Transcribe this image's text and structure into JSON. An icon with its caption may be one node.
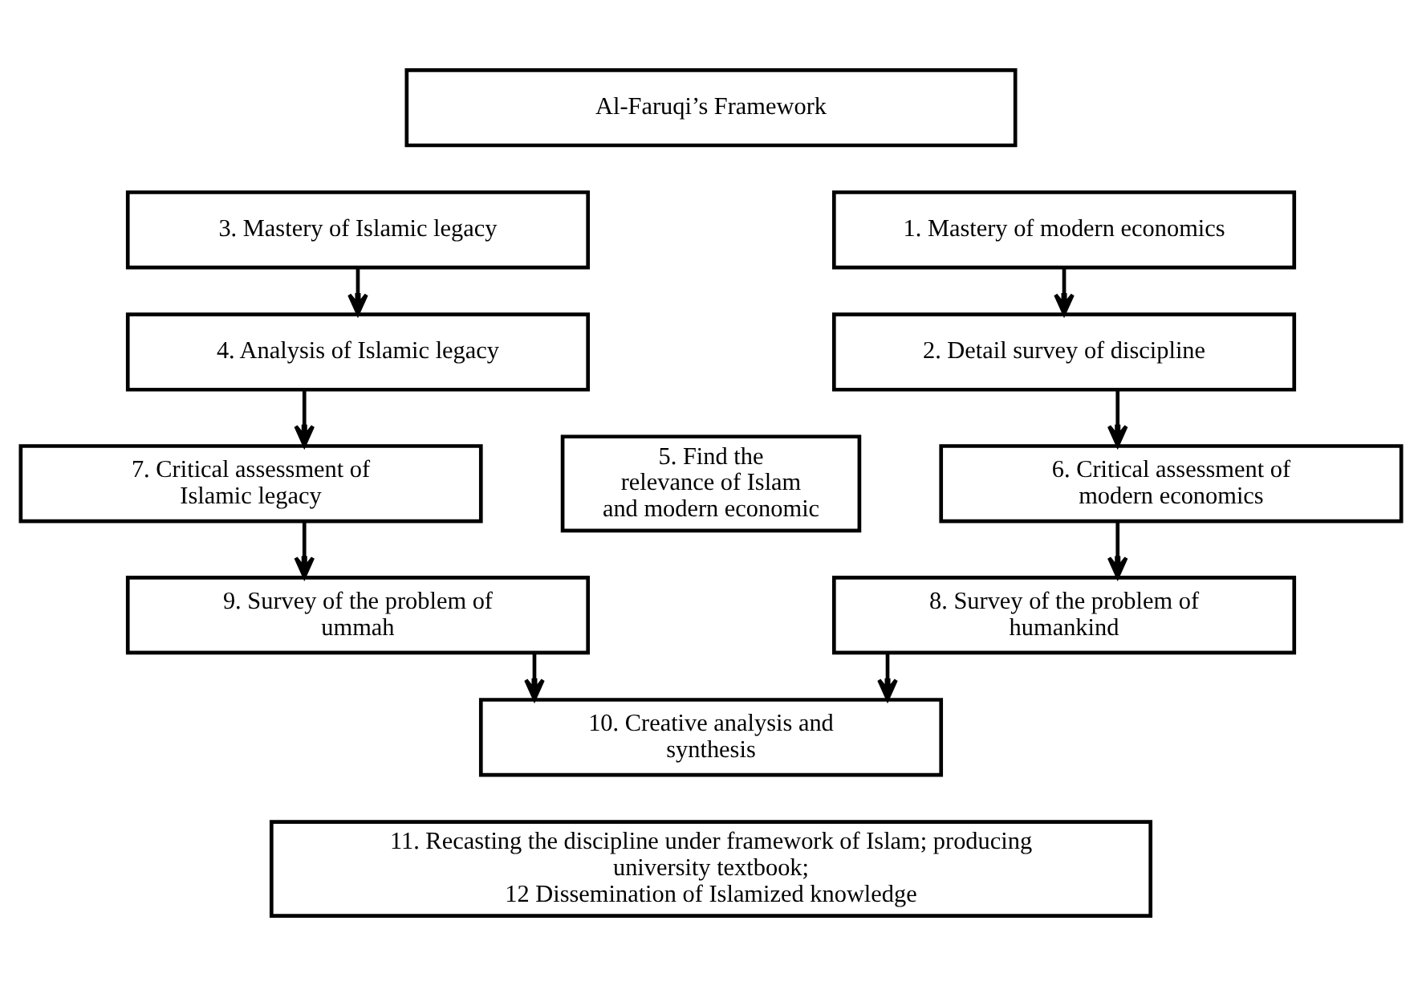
{
  "diagram": {
    "nodes": [
      {
        "text": [
          "Al-Faruqi’s Framework"
        ]
      },
      {
        "text": [
          "3. Mastery of Islamic legacy"
        ]
      },
      {
        "text": [
          "1. Mastery of modern economics"
        ]
      },
      {
        "text": [
          "4. Analysis of Islamic legacy"
        ]
      },
      {
        "text": [
          "2. Detail survey of discipline"
        ]
      },
      {
        "text": [
          "7. Critical assessment of Islamic legacy"
        ]
      },
      {
        "text": [
          "5. Find the relevance of Islam and modern economic"
        ]
      },
      {
        "text": [
          "6. Critical assessment of modern economics"
        ]
      },
      {
        "text": [
          "9. Survey of the problem of ummah"
        ]
      },
      {
        "text": [
          "8. Survey of the problem of humankind"
        ]
      },
      {
        "text": [
          "10. Creative analysis and synthesis"
        ]
      },
      {
        "text": [
          "11. Recasting the discipline under framework of Islam; producing university textbook;",
          "12 Dissemination of Islamized knowledge"
        ]
      }
    ],
    "edges": [
      {
        "from": 1,
        "to": 3,
        "arrow": "to"
      },
      {
        "from": 3,
        "to": 5,
        "arrow": "to"
      },
      {
        "from": 5,
        "to": 8,
        "arrow": "to"
      },
      {
        "from": 2,
        "to": 4,
        "arrow": "to"
      },
      {
        "from": 4,
        "to": 7,
        "arrow": "to"
      },
      {
        "from": 7,
        "to": 9,
        "arrow": "to"
      },
      {
        "from": 8,
        "to": 10,
        "arrow": "to"
      },
      {
        "from": 9,
        "to": 10,
        "arrow": "to"
      }
    ]
  }
}
